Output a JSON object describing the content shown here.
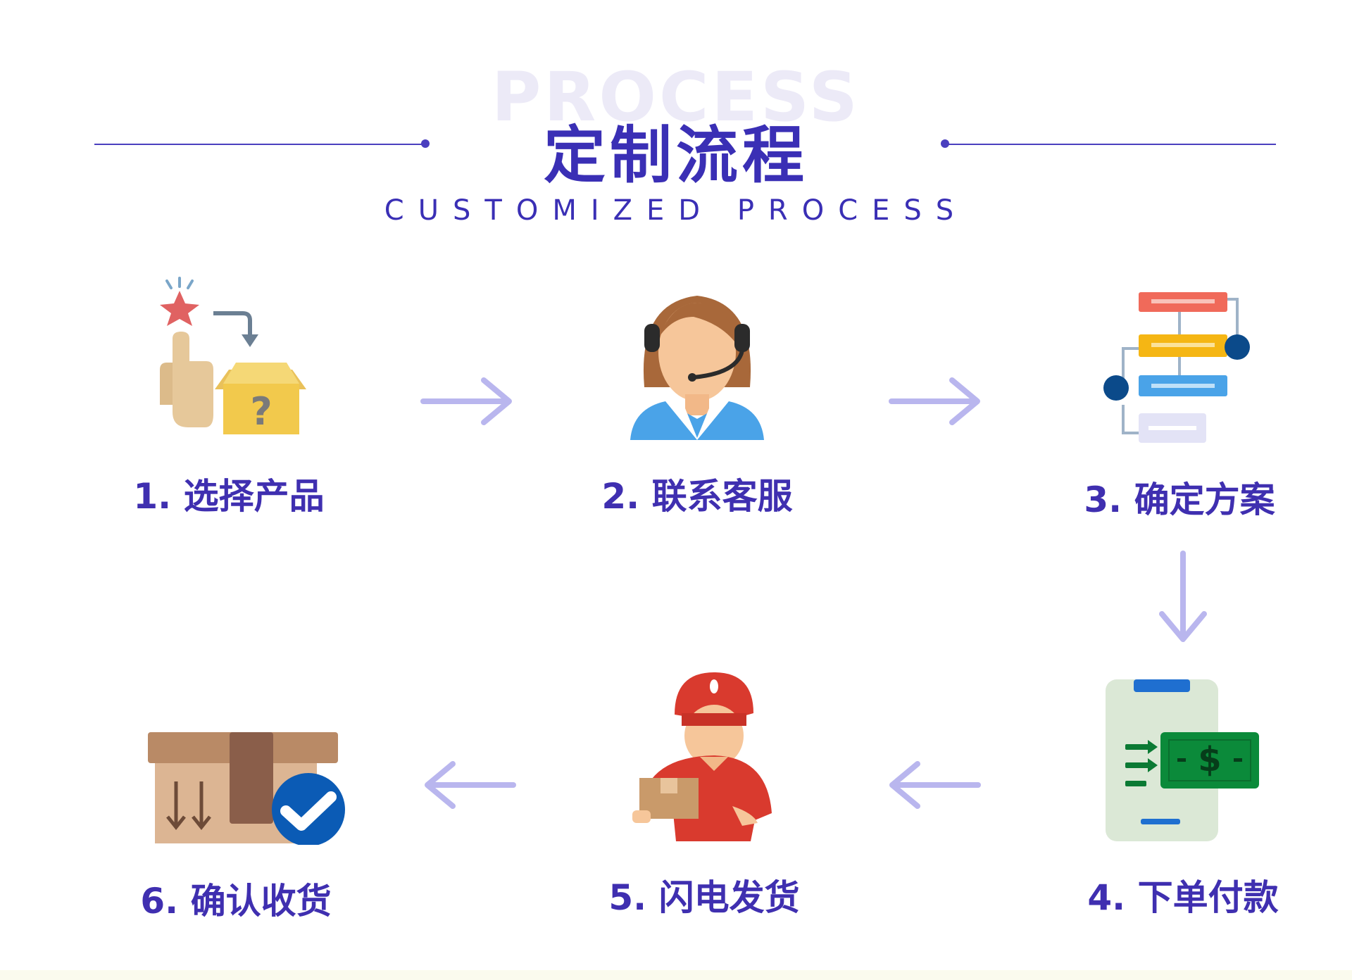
{
  "header": {
    "watermark": "PROCESS",
    "title": "定制流程",
    "subtitle": "CUSTOMIZED PROCESS"
  },
  "steps": [
    {
      "label": "1. 选择产品",
      "icon": "select-product-icon"
    },
    {
      "label": "2. 联系客服",
      "icon": "customer-service-icon"
    },
    {
      "label": "3. 确定方案",
      "icon": "flowchart-icon"
    },
    {
      "label": "4. 下单付款",
      "icon": "mobile-payment-icon"
    },
    {
      "label": "5. 闪电发货",
      "icon": "delivery-man-icon"
    },
    {
      "label": "6. 确认收货",
      "icon": "received-box-icon"
    }
  ],
  "colors": {
    "accent": "#3a2fb5",
    "arrow": "#b9b6ee"
  }
}
